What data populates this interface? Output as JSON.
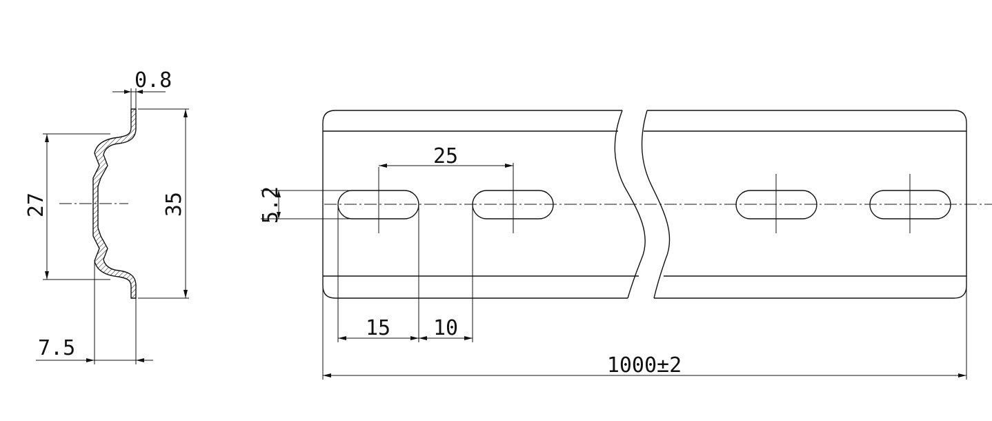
{
  "drawing": {
    "type": "DIN rail technical drawing",
    "line_color": "#111111",
    "background_color": "#ffffff"
  },
  "profile_view": {
    "dims": {
      "thickness": "0.8",
      "inner_height": "27",
      "outer_height": "35",
      "depth": "7.5"
    }
  },
  "front_view": {
    "slot_count_visible": 4,
    "has_break_lines": true,
    "dims": {
      "slot_pitch": "25",
      "slot_width": "5.2",
      "slot_length": "15",
      "slot_gap": "10",
      "total_length": "1000±2"
    }
  }
}
